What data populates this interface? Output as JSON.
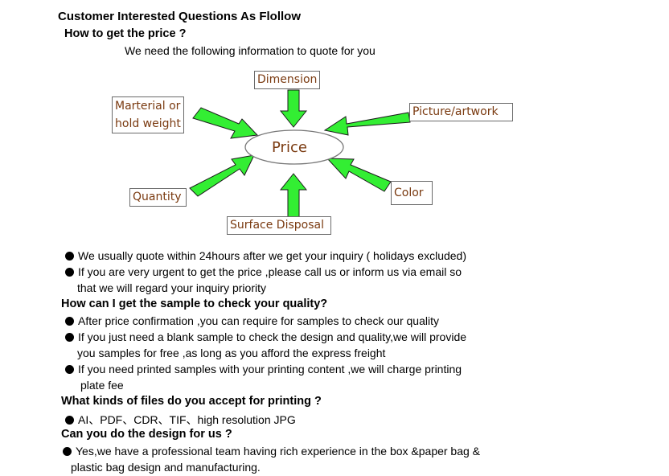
{
  "title": "Customer Interested Questions As Flollow",
  "price_section": {
    "question": "How to get  the price ?",
    "intro": "We need the following information to quote for you",
    "diagram": {
      "center": "Price",
      "nodes": {
        "dimension": "Dimension",
        "material_line1": "Marterial or",
        "material_line2": "hold weight",
        "picture": "Picture/artwork",
        "quantity": "Quantity",
        "color": "Color",
        "surface": "Surface Disposal"
      }
    },
    "bullets": [
      "We usually quote within 24hours after we get your inquiry ( holidays excluded)",
      "If you  are very urgent to get the price ,please call us or inform us via  email so",
      "that we will regard your inquiry priority"
    ]
  },
  "sample_section": {
    "question": "How can I get the sample to check your quality?",
    "lines": [
      "After price confirmation ,you can require for samples to check our quality",
      "If you just need a blank sample to check the design and quality,we will provide",
      "you  samples for free ,as long as you afford the express freight",
      "If you need printed samples with your printing content ,we will charge printing",
      "plate fee"
    ]
  },
  "files_section": {
    "question": "What kinds of files do you accept for printing ?",
    "answer": "AI、PDF、CDR、TIF、high resolution JPG"
  },
  "design_section": {
    "question": "Can you do the design for us ?",
    "line1": "Yes,we have a professional team having rich experience in  the box &paper bag &",
    "line2": "plastic bag design and manufacturing."
  },
  "colors": {
    "arrow_fill": "#33ee33",
    "arrow_stroke": "#1a1a1a",
    "label_text": "#7a3a10"
  }
}
